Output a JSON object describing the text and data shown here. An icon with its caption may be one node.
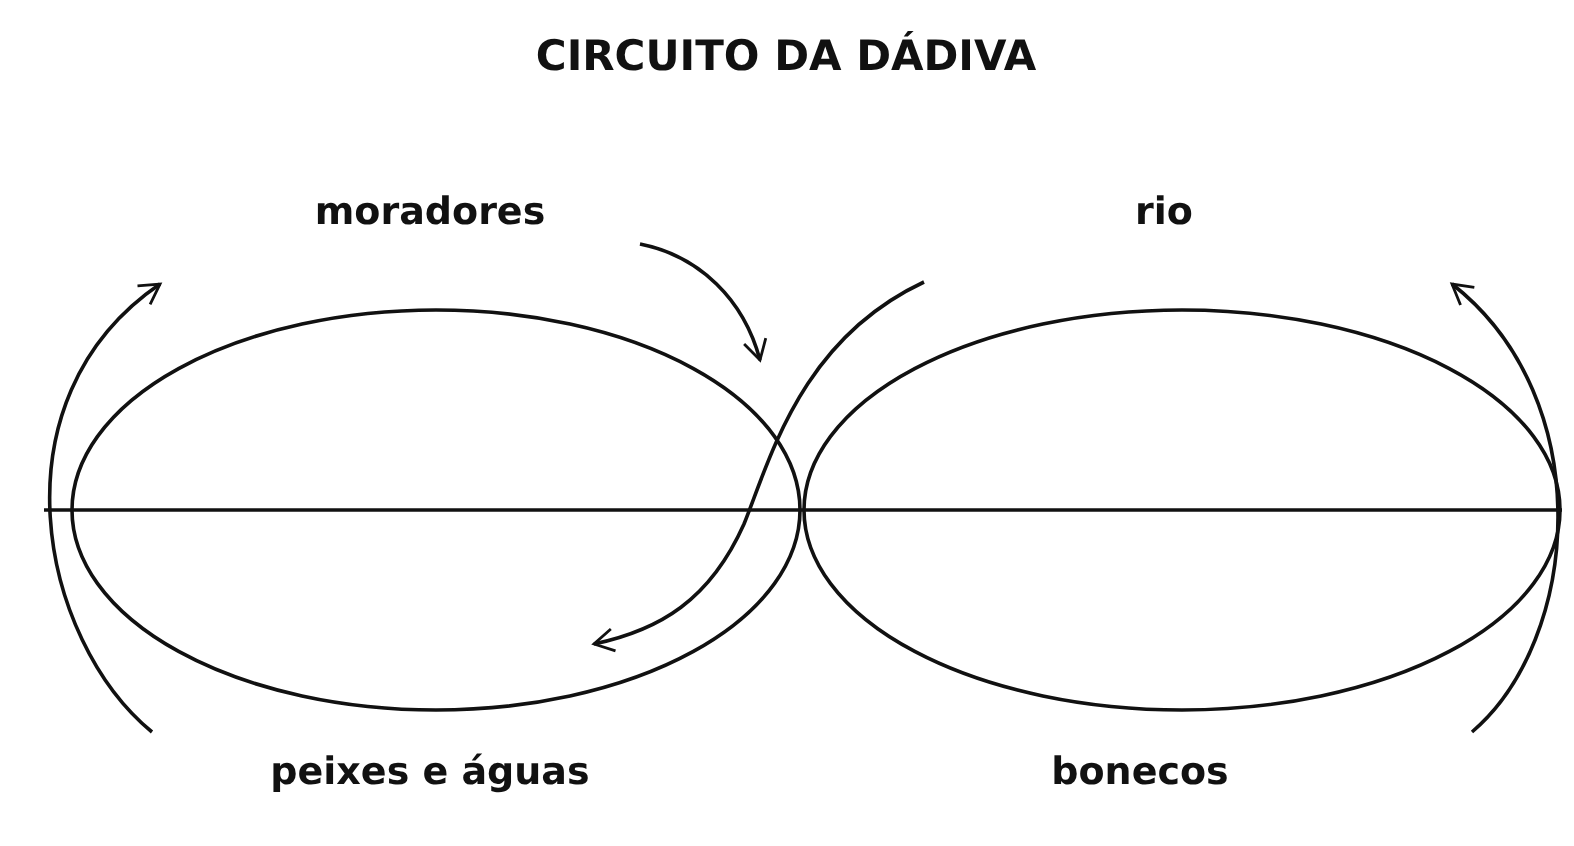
{
  "diagram": {
    "title": "CIRCUITO DA DÁDIVA",
    "labels": [
      "moradores",
      "rio",
      "peixes e águas",
      "bonecos"
    ]
  }
}
